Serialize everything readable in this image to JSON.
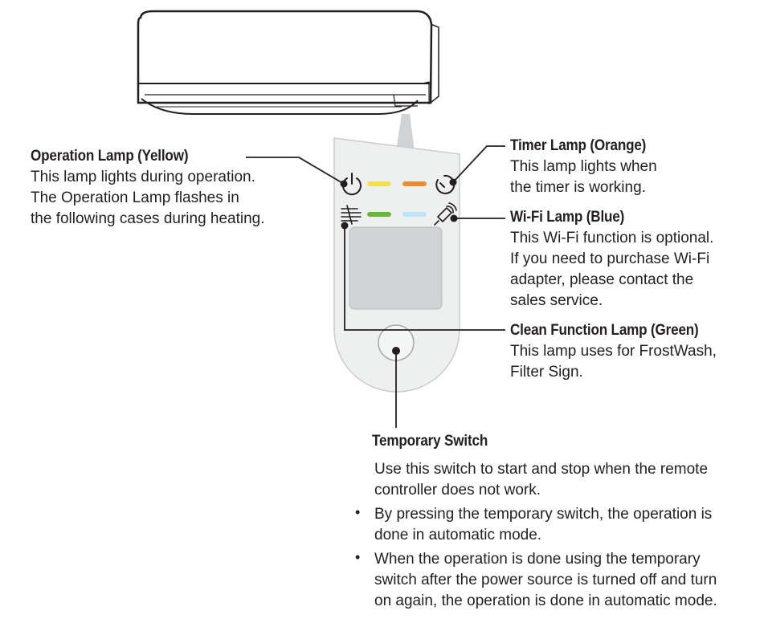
{
  "operation_lamp": {
    "title": "Operation Lamp (Yellow)",
    "lines": [
      "This lamp lights during operation.",
      "The  Operation Lamp  flashes in",
      "the  following cases during heating."
    ],
    "color": "#f5e04b"
  },
  "timer_lamp": {
    "title": "Timer Lamp  (Orange)",
    "lines": [
      "This lamp lights when",
      "the timer is working."
    ],
    "color": "#f28c28"
  },
  "wifi_lamp": {
    "title": "Wi-Fi Lamp (Blue)",
    "lines": [
      "This Wi-Fi  function is optional.",
      "If you need to purchase  Wi-Fi",
      "adapter, please contact the",
      "sales service."
    ],
    "color": "#bfe3f2"
  },
  "clean_lamp": {
    "title": "Clean Function Lamp (Green)",
    "lines": [
      "This lamp uses for FrostWash,",
      "Filter Sign."
    ],
    "color": "#6db33f"
  },
  "temporary_switch": {
    "title": "Temporary Switch",
    "intro": [
      "Use this switch to start and stop when the remote",
      "controller does not work."
    ],
    "bullet_char": "•",
    "bullets": [
      [
        "By pressing the temporary switch, the operation is",
        "done in automatic mode."
      ],
      [
        "When the operation is done using the temporary",
        "switch after the power source is turned off and turn",
        "on again, the operation is done in automatic mode."
      ]
    ]
  },
  "icons": [
    "power-icon",
    "timer-icon",
    "clean-function-icon",
    "wifi-icon"
  ]
}
